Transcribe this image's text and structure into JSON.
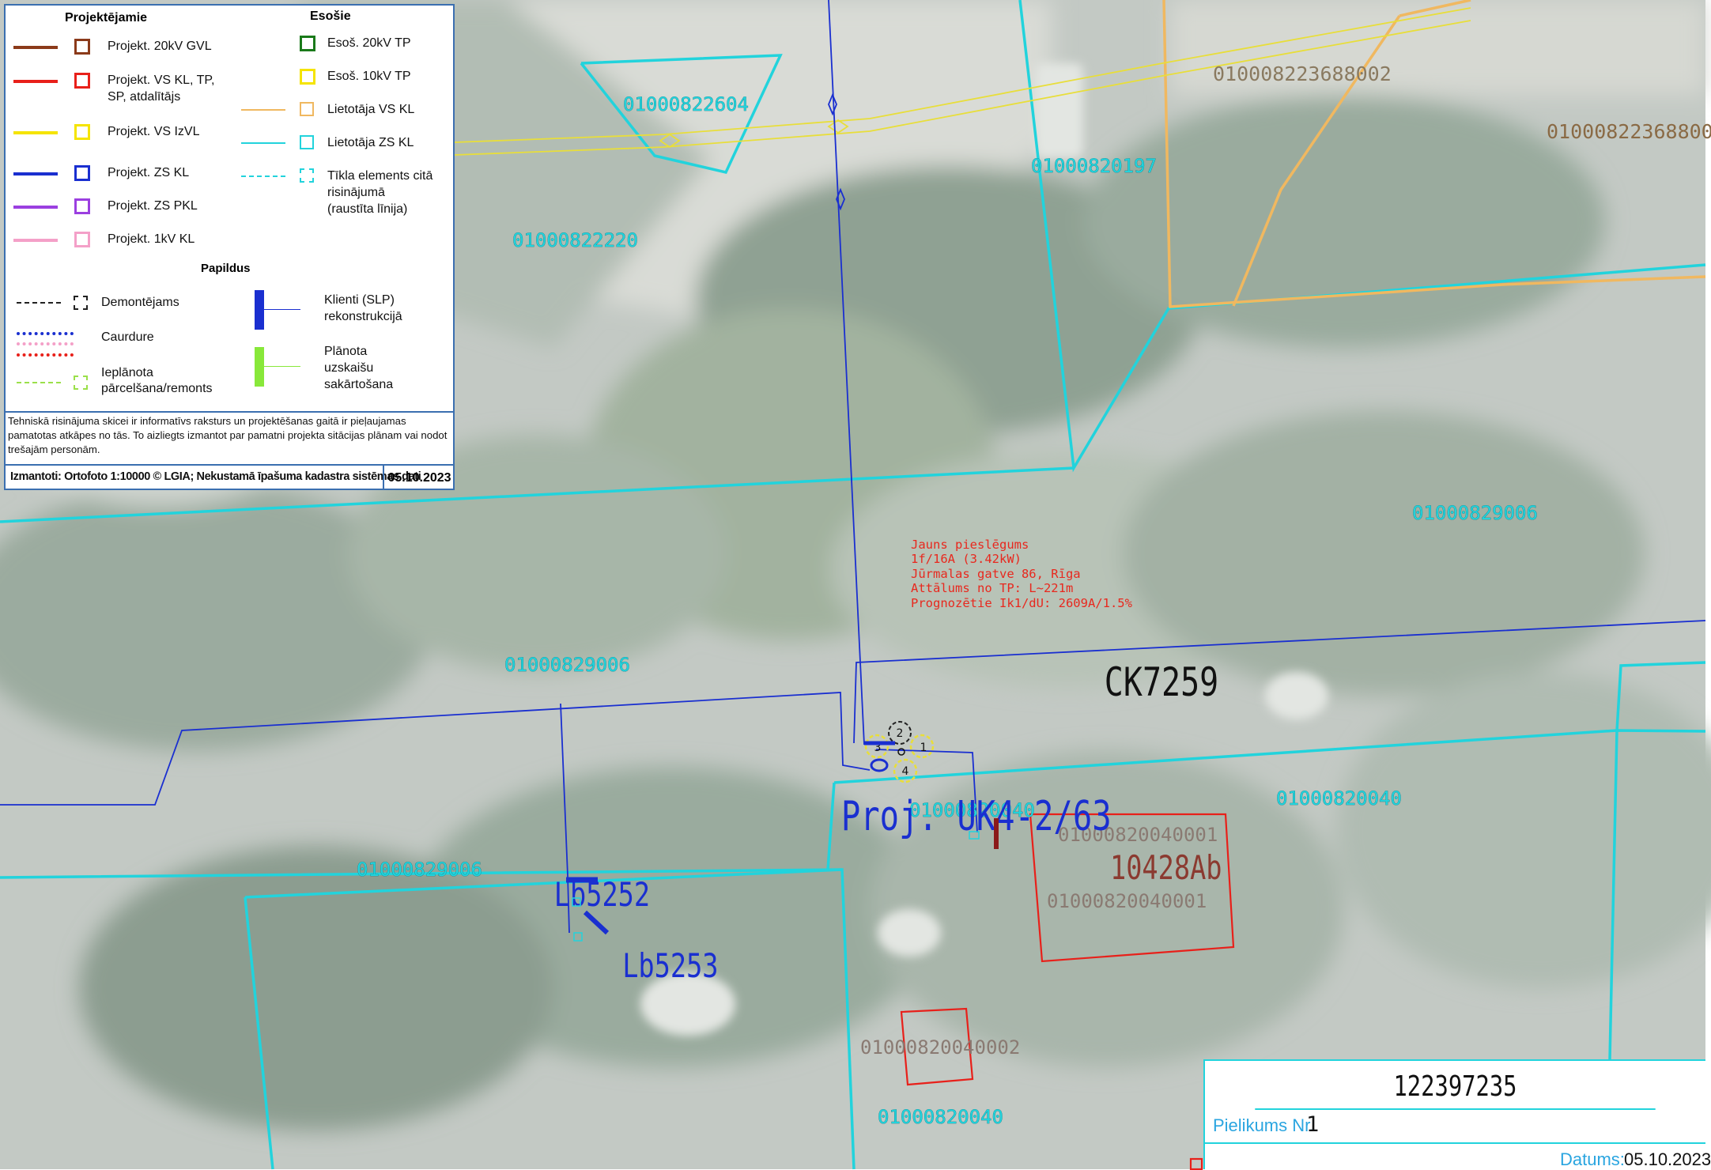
{
  "legend": {
    "section_projected": "Projektējamie",
    "section_existing": "Esošie",
    "section_additional": "Papildus",
    "projected": [
      {
        "label": "Projekt. 20kV GVL",
        "color": "#8b3a1a"
      },
      {
        "label": "Projekt. VS KL,  TP,",
        "label2": "SP, atdalītājs",
        "color": "#e8201a"
      },
      {
        "label": "Projekt. VS IzVL",
        "color": "#f5e400"
      },
      {
        "label": "Projekt. ZS KL",
        "color": "#1a2fd0"
      },
      {
        "label": "Projekt. ZS PKL",
        "color": "#9b3fe0"
      },
      {
        "label": "Projekt. 1kV KL",
        "color": "#f4a0c8"
      }
    ],
    "existing": [
      {
        "label": "Esoš. 20kV TP",
        "color": "#1a7a1a"
      },
      {
        "label": "Esoš. 10kV TP",
        "color": "#f5e400"
      },
      {
        "label": "Lietotāja VS KL",
        "color": "#f0b860"
      },
      {
        "label": "Lietotāja ZS KL",
        "color": "#22d3dc"
      },
      {
        "label": "Tīkla elements citā",
        "label2": "risinājumā",
        "label3": "(raustīta līnija)",
        "color": "#22d3dc"
      }
    ],
    "additional": {
      "dismantle": "Demontējams",
      "duct": "Caurdure",
      "planned_line1": "Ieplānota",
      "planned_line2": "pārcelšana/remonts",
      "clients_line1": "Klienti (SLP)",
      "clients_line2": "rekonstrukcijā",
      "planned_fix_line1": "Plānota",
      "planned_fix_line2": "uzskaišu",
      "planned_fix_line3": "sakārtošana"
    },
    "disclaimer": "Tehniskā risinājuma skicei ir informatīvs raksturs un projektēšanas gaitā ir pieļaujamas pamatotas atkāpes no tās. To aizliegts izmantot par pamatni projekta sitācijas plānam vai nodot trešajām personām.",
    "used_sources": "Izmantoti: Ortofoto 1:10000 © LGIA; Nekustamā īpašuma kadastra sistēmas dati",
    "used_date": "05.10.2023"
  },
  "map": {
    "parcel_labels": [
      "01000822604",
      "01000820197",
      "01000822220",
      "010008223688002",
      "01000822368800",
      "01000829006",
      "01000829006",
      "01000820040",
      "01000829006",
      "01000820040",
      "01000820040"
    ],
    "building_labels": [
      "01000820040001",
      "01000820040001",
      "01000820040002"
    ],
    "station_label": "CK7259",
    "project_label": "Proj. UK4-2/63",
    "box_labels": [
      "Lb5252",
      "Lb5253"
    ],
    "meter_label": "10428Ab",
    "connection_note": [
      "Jauns pieslēgums",
      "1f/16A (3.42kW)",
      "Jūrmalas gatve 86, Rīga",
      "Attālums no TP: L~221m",
      "Prognozētie Ik1/dU: 2609A/1.5%"
    ],
    "node_numbers": [
      "1",
      "2",
      "3",
      "4"
    ]
  },
  "title_block": {
    "number": "122397235",
    "annex_label": "Pielikums Nr.",
    "annex_number": "1",
    "date_label": "Datums:",
    "date": "05.10.2023"
  }
}
